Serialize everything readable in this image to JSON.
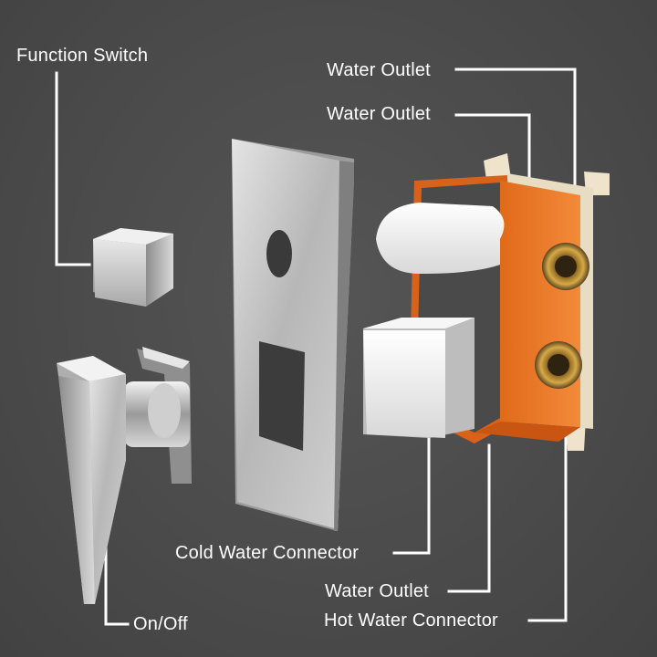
{
  "labels": {
    "function_switch": "Function Switch",
    "water_outlet_1": "Water Outlet",
    "water_outlet_2": "Water Outlet",
    "cold_water_connector": "Cold Water Connector",
    "water_outlet_3": "Water Outlet",
    "hot_water_connector": "Hot Water Connector",
    "on_off": "On/Off"
  },
  "colors": {
    "background": "#4a4a4a",
    "label_text": "#ffffff",
    "leader_line": "#ffffff",
    "valve_body": "#e8782a",
    "chrome": "#c9c9c9",
    "white_cap": "#f2f2f2",
    "brass": "#c89a3a"
  }
}
